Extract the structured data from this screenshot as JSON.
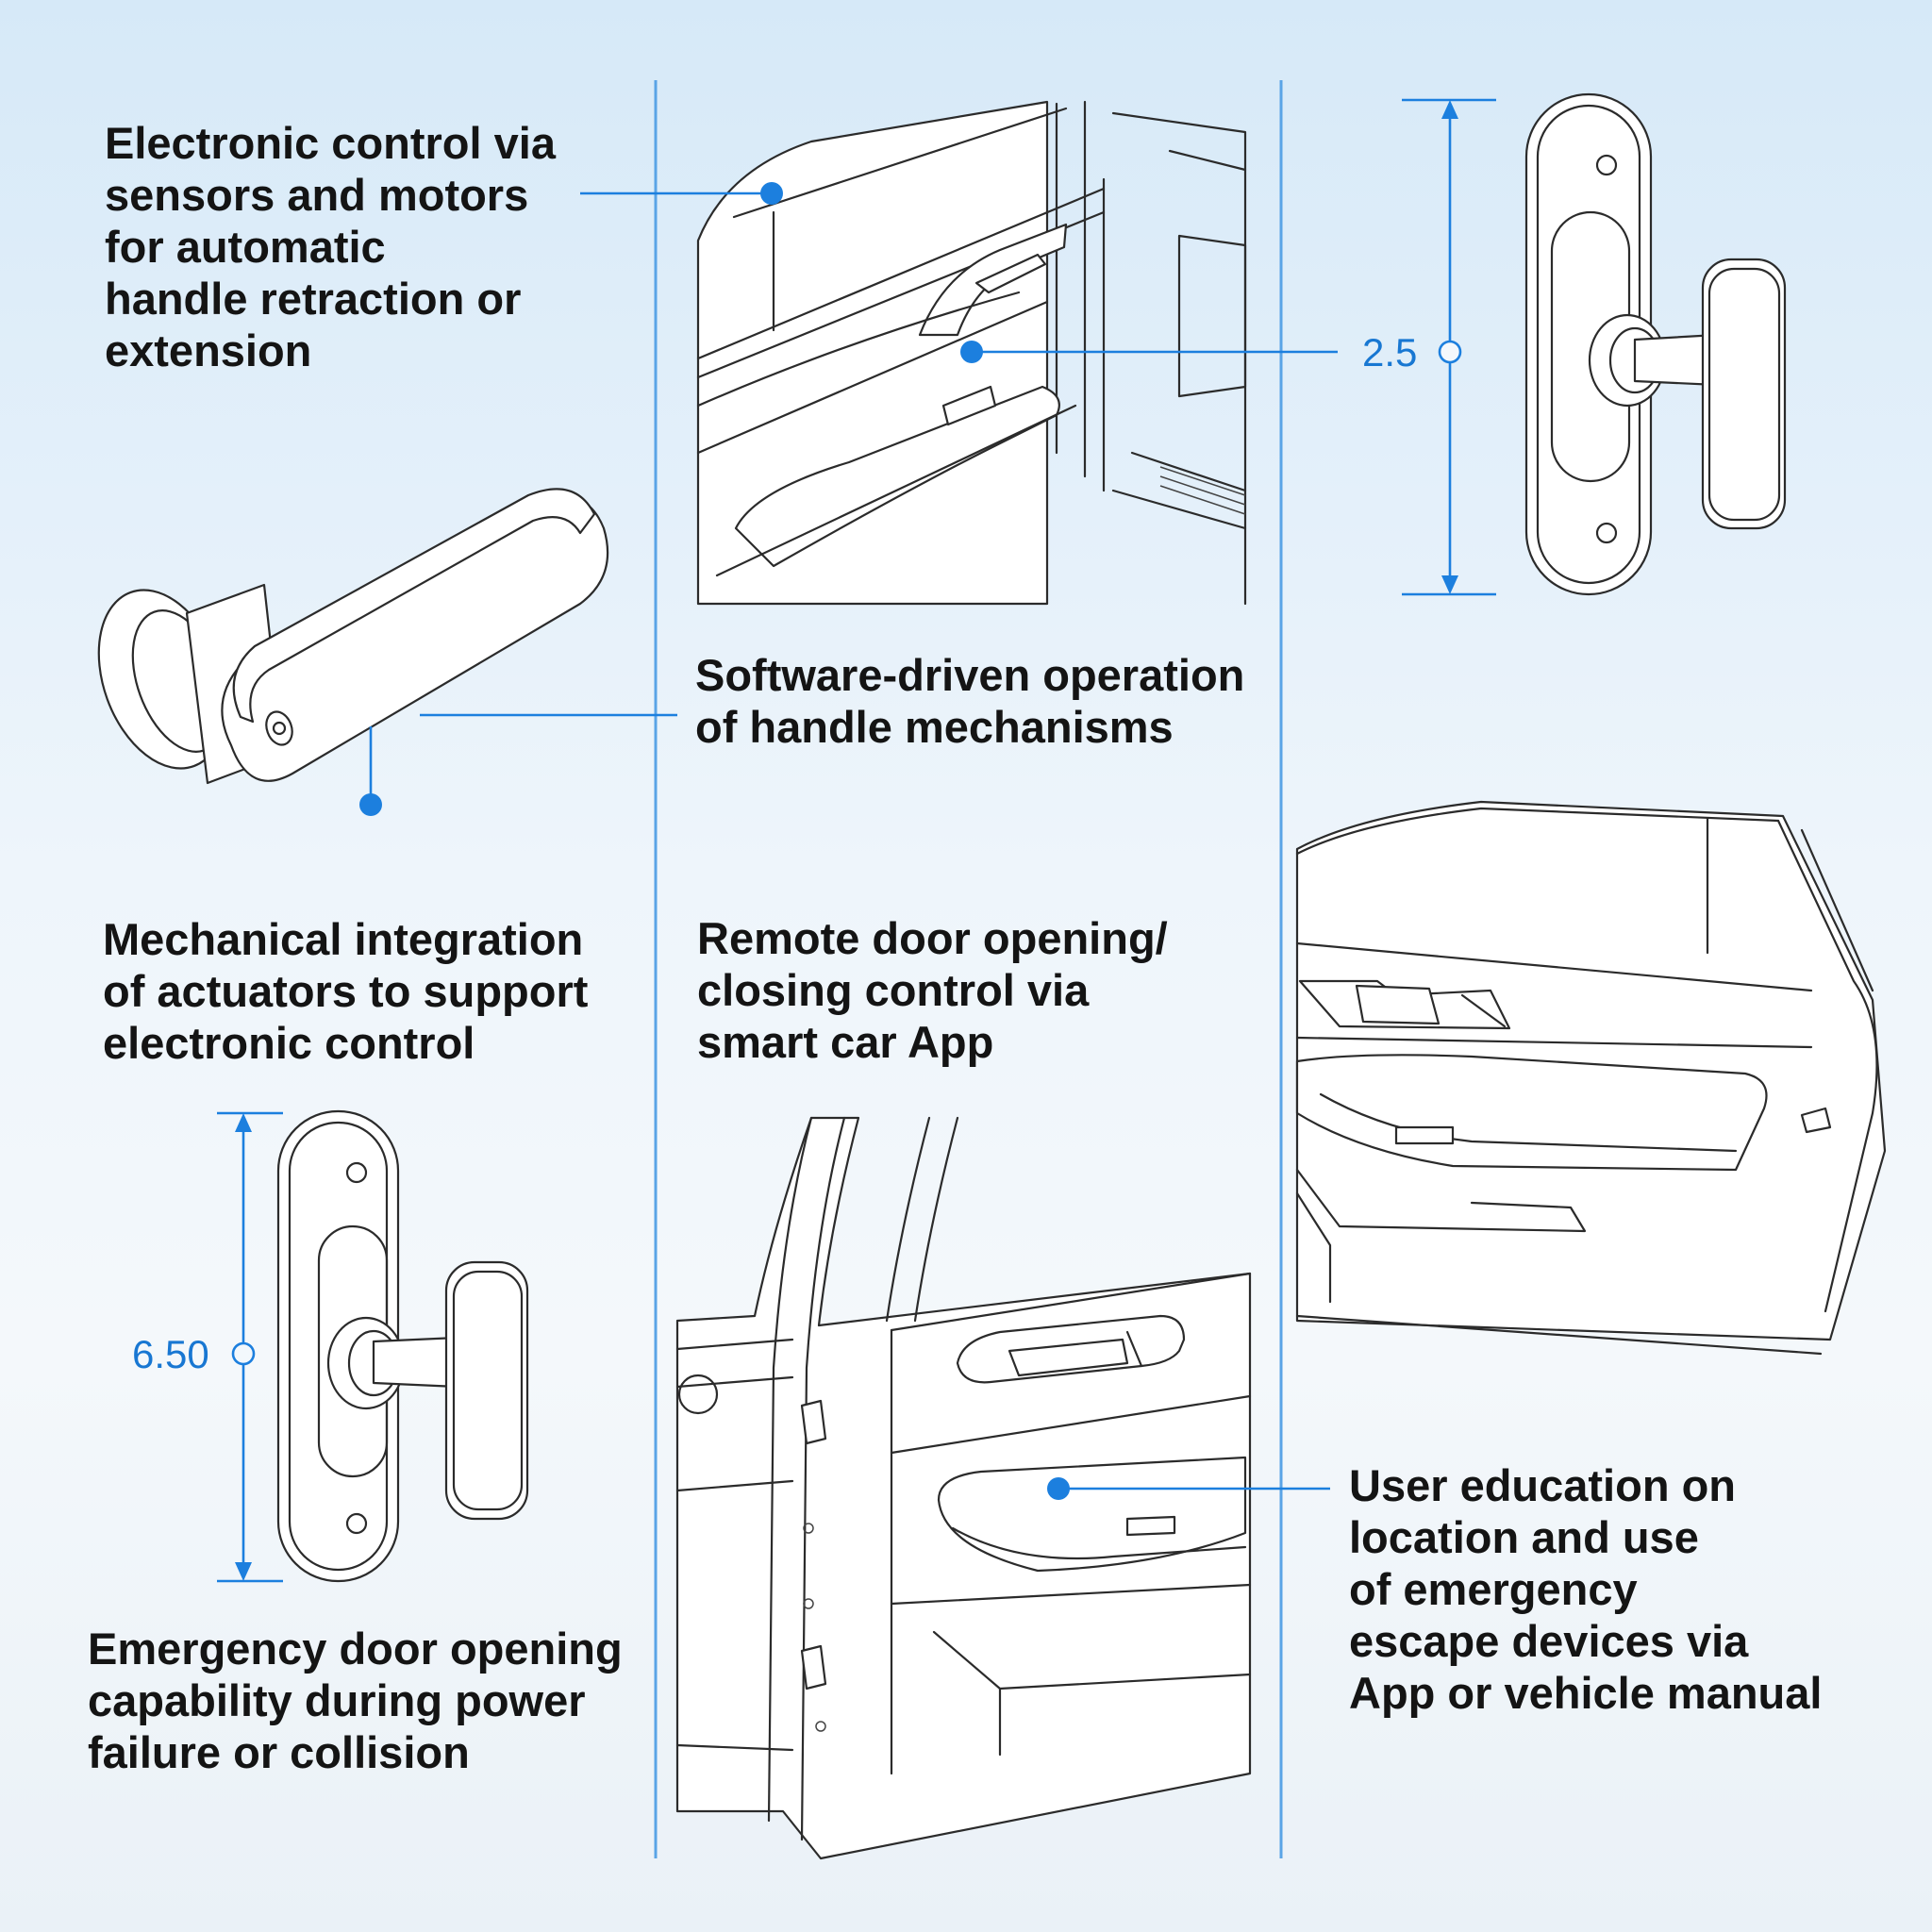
{
  "captions": {
    "electronic_control": "Electronic control via\nsensors and motors\nfor automatic\nhandle retraction or\nextension",
    "software_driven": "Software-driven operation\nof handle mechanisms",
    "mechanical_integration": "Mechanical integration\nof actuators to support\nelectronic control",
    "remote_opening": "Remote door opening/\nclosing control via\nsmart car App",
    "emergency_opening": "Emergency door opening\ncapability during power\nfailure or collision",
    "user_education": "User education on\nlocation and use\nof emergency\nescape devices via\nApp or vehicle manual"
  },
  "dimensions": {
    "top_handle": "2.5",
    "bottom_handle": "6.50"
  },
  "colors": {
    "accent": "#1c7fde",
    "line_art": "#2b2b2b",
    "text": "#141414"
  },
  "icons": [
    "car-door-illustration",
    "door-handle-illustration",
    "dimension-arrow-icon",
    "callout-dot-icon"
  ]
}
